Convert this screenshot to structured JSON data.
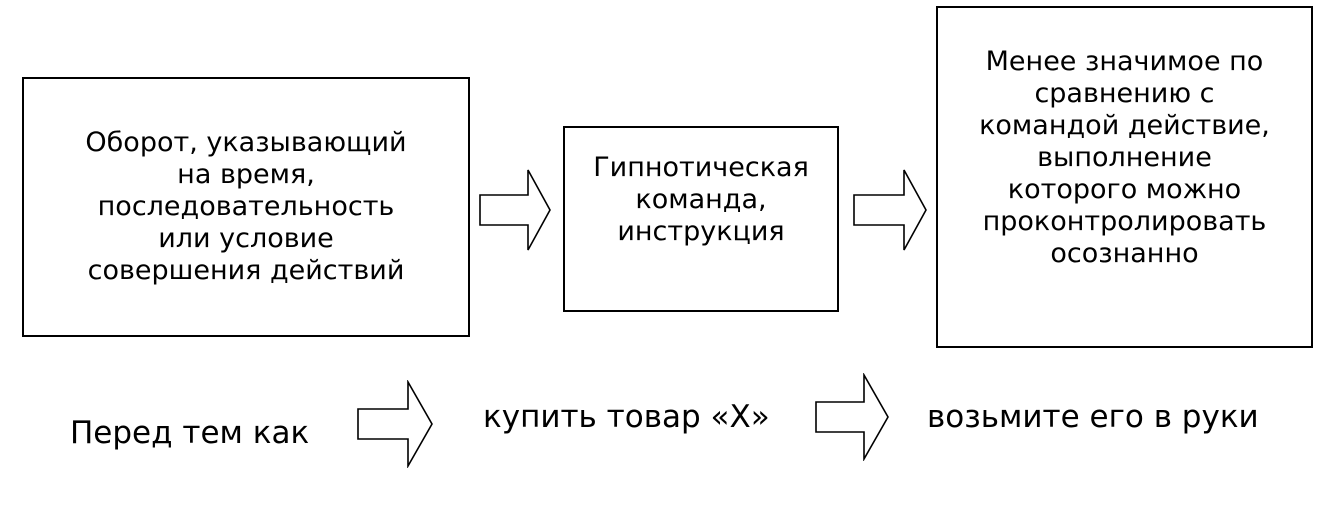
{
  "diagram": {
    "boxes": [
      {
        "text": "Оборот, указывающий\nна время,\nпоследовательность\nили условие\nсовершения действий"
      },
      {
        "text": "Гипнотическая\nкоманда,\nинструкция"
      },
      {
        "text": "Менее значимое по\nсравнению с\nкомандой действие,\nвыполнение\nкоторого можно\nпроконтролировать\nосознанно"
      }
    ],
    "example": {
      "parts": [
        "Перед тем как",
        "купить товар «X»",
        "возьмите его в руки"
      ]
    },
    "arrow_icon": "hollow-right-arrow-icon"
  }
}
